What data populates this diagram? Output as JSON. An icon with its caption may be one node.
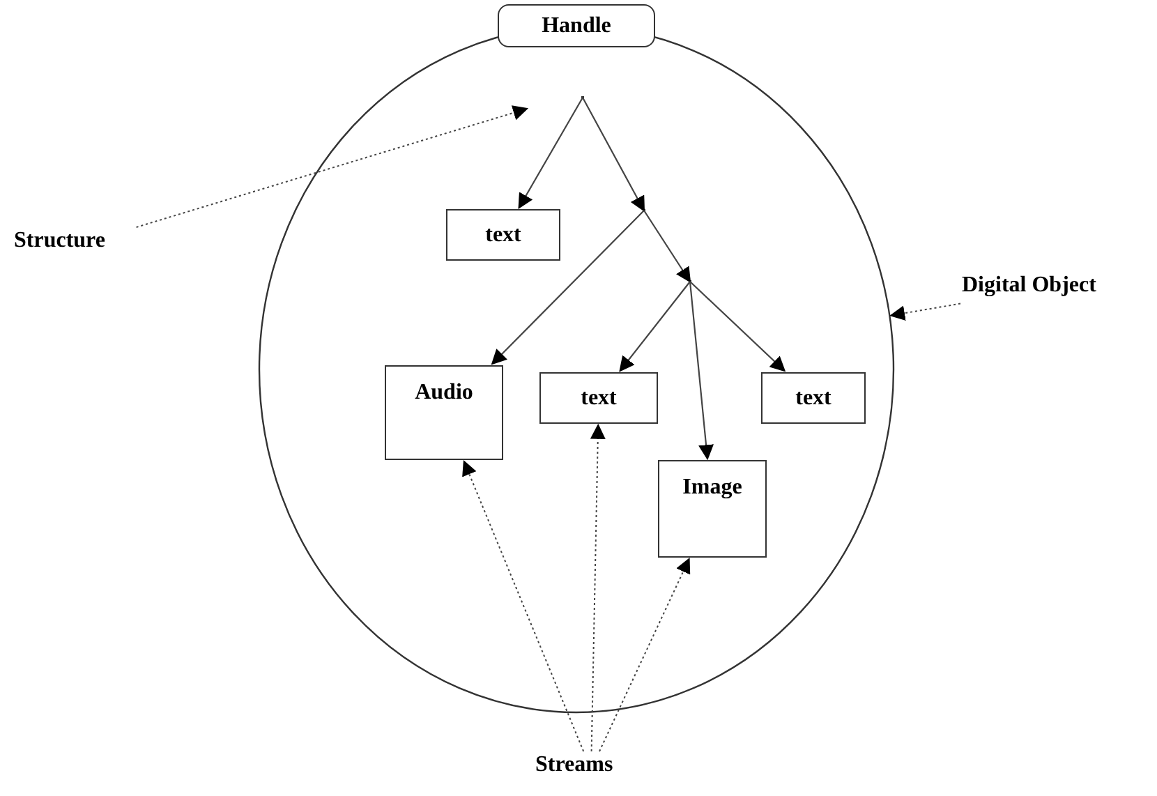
{
  "diagram": {
    "nodes": [
      {
        "text": [],
        "shape": "circle"
      },
      {
        "text": [
          "Handle"
        ]
      },
      {
        "text": [],
        "shape": "point",
        "in": 0
      },
      {
        "text": [
          "text"
        ],
        "in": 0
      },
      {
        "text": [],
        "shape": "point",
        "in": 0
      },
      {
        "text": [
          "Audio"
        ],
        "in": 0
      },
      {
        "text": [],
        "shape": "point",
        "in": 0
      },
      {
        "text": [
          "text"
        ],
        "in": 0
      },
      {
        "text": [
          "text"
        ],
        "in": 0
      },
      {
        "text": [
          "Image"
        ],
        "in": 0
      },
      {
        "text": [
          "Structure"
        ]
      },
      {
        "text": [
          "Digital Object"
        ]
      },
      {
        "text": [
          "Streams"
        ]
      }
    ],
    "edges": [
      {
        "from": 2,
        "to": 3,
        "arrow": "to"
      },
      {
        "from": 2,
        "to": 4,
        "arrow": "to"
      },
      {
        "from": 4,
        "to": 5,
        "arrow": "to"
      },
      {
        "from": 4,
        "to": 6,
        "arrow": "to"
      },
      {
        "from": 6,
        "to": 7,
        "arrow": "to"
      },
      {
        "from": 6,
        "to": 9,
        "arrow": "to"
      },
      {
        "from": 6,
        "to": 8,
        "arrow": "to"
      },
      {
        "from": 10,
        "to": null,
        "arrow": "to",
        "style": "dashed"
      },
      {
        "from": 11,
        "to": 0,
        "arrow": "to",
        "style": "dashed"
      },
      {
        "from": 12,
        "to": 5,
        "arrow": "to",
        "style": "dashed"
      },
      {
        "from": 12,
        "to": 7,
        "arrow": "to",
        "style": "dashed"
      },
      {
        "from": 12,
        "to": 9,
        "arrow": "to",
        "style": "dashed"
      }
    ]
  }
}
